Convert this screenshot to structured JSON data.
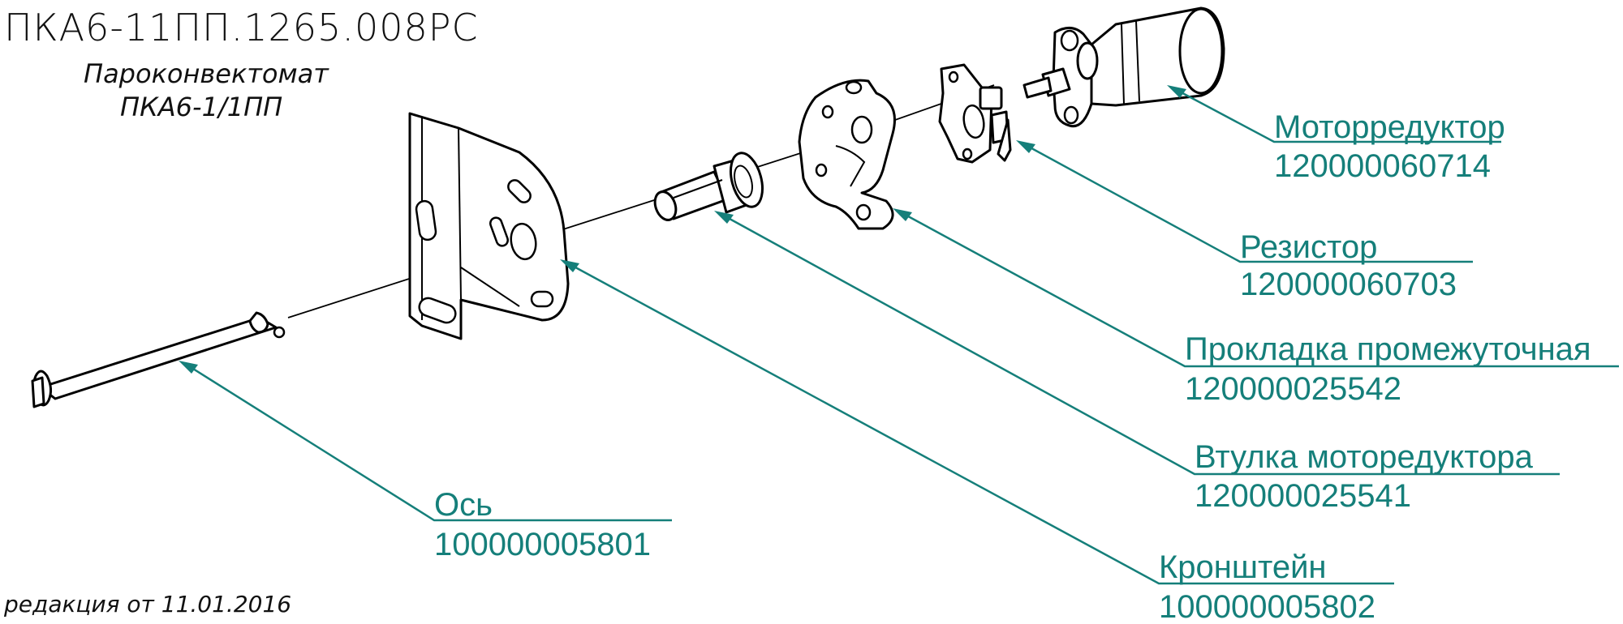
{
  "header": {
    "title": "ПКА6-11ПП.1265.008РС",
    "subtitle_line1": "Пароконвектомат",
    "subtitle_line2": "ПКА6-1/1ПП"
  },
  "footer": {
    "revision": "редакция от 11.01.2016"
  },
  "colors": {
    "label": "#157f7a",
    "drawing": "#000000"
  },
  "parts": [
    {
      "id": "motor",
      "name": "Мотор­редуктор",
      "code": "120000060714"
    },
    {
      "id": "resistor",
      "name": "Резистор",
      "code": "120000060703"
    },
    {
      "id": "gasket",
      "name": "Прокладка промежуточная",
      "code": "120000025542"
    },
    {
      "id": "bushing",
      "name": "Втулка моторедуктора",
      "code": "120000025541"
    },
    {
      "id": "axle",
      "name": "Ось",
      "code": "100000005801"
    },
    {
      "id": "bracket",
      "name": "Кронштейн",
      "code": "100000005802"
    }
  ]
}
